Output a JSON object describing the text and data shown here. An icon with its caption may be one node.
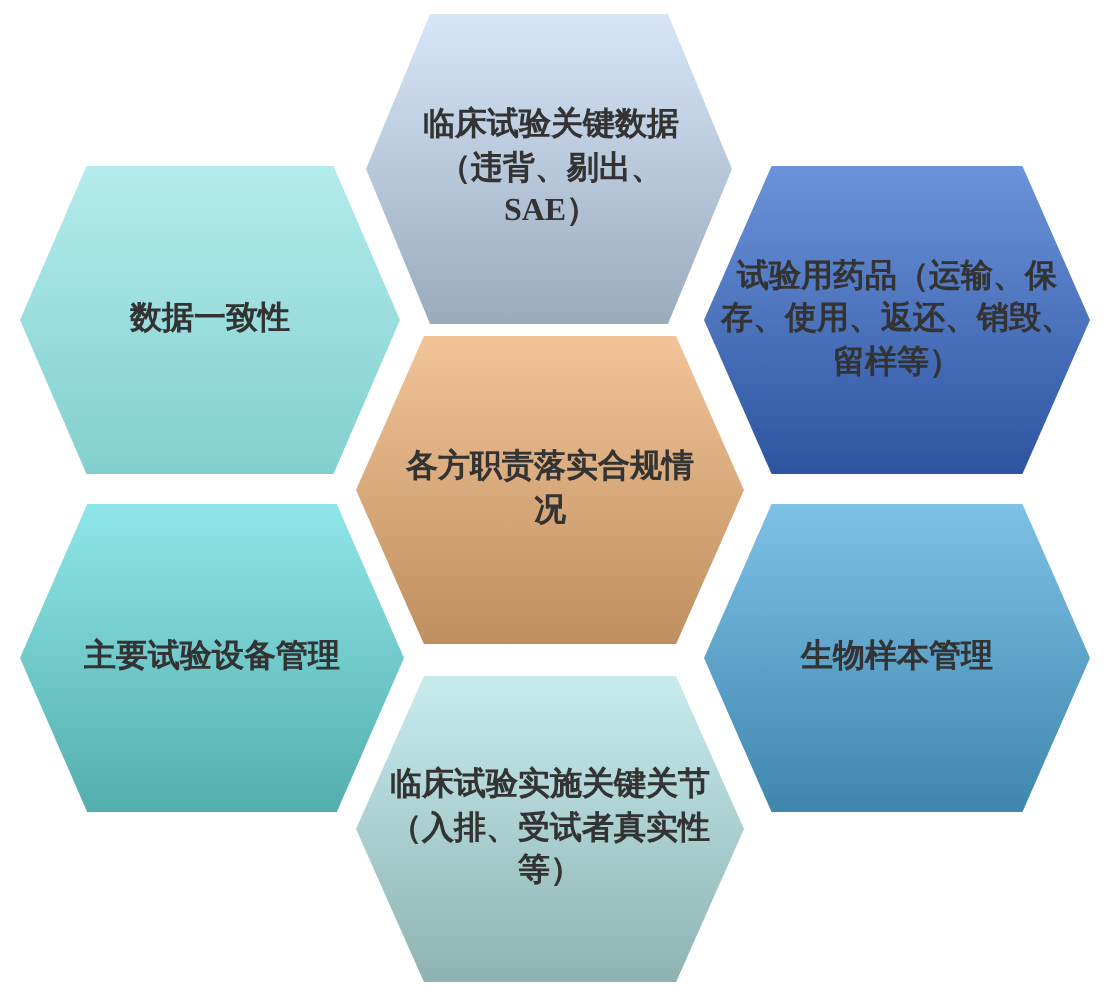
{
  "diagram": {
    "nodes": [
      {
        "text": [
          "临床试验关键数据（违背、剔出、SAE）"
        ]
      },
      {
        "text": [
          "数据一致性"
        ]
      },
      {
        "text": [
          "试验用药品（运输、保存、使用、返还、销毁、留样等）"
        ]
      },
      {
        "text": [
          "各方职责落实合规情况"
        ]
      },
      {
        "text": [
          "主要试验设备管理"
        ]
      },
      {
        "text": [
          "生物样本管理"
        ]
      },
      {
        "text": [
          "临床试验实施关键关节（入排、受试者真实性等）"
        ]
      }
    ]
  }
}
